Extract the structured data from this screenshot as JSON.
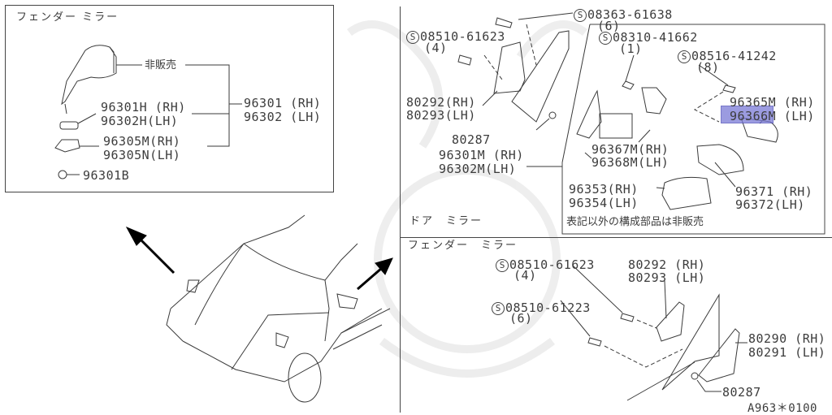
{
  "diagram_id": "A963＊0100",
  "watermark": "faint samurai helmet logo",
  "highlight_color": "#7a7ad6",
  "fender_mirror_inset": {
    "title": "フェンダー ミラー",
    "not_sold_label": "非販売",
    "assembly": [
      "96301 (RH)",
      "96302 (LH)"
    ],
    "base": [
      "96301H (RH)",
      "96302H(LH)"
    ],
    "gasket": [
      "96305M(RH)",
      "96305N(LH)"
    ],
    "nut": "96301B"
  },
  "door_mirror": {
    "section_title": "ドア　ミラー",
    "note": "表記以外の構成部品は非販売",
    "bolt_a": {
      "symbol": "S",
      "part": "08363-61638",
      "qty": "(6)"
    },
    "bolt_b": {
      "symbol": "S",
      "part": "08510-61623",
      "qty": "(4)"
    },
    "screw_c": {
      "symbol": "S",
      "part": "08310-41662",
      "qty": "(1)"
    },
    "screw_d": {
      "symbol": "S",
      "part": "08516-41242",
      "qty": "(8)"
    },
    "corner_cover": [
      "80292(RH)",
      "80293(LH)"
    ],
    "nut": "80287",
    "assembly": [
      "96301M (RH)",
      "96302M(LH)"
    ],
    "glass": [
      "96365M (RH)",
      "96366M (LH)"
    ],
    "motor": [
      "96367M(RH)",
      "96368M(LH)"
    ],
    "housing": [
      "96353(RH)",
      "96354(LH)"
    ],
    "frame": [
      "96371 (RH)",
      "96372(LH)"
    ]
  },
  "fender_mirror": {
    "section_title": "フェンダー　ミラー",
    "bolt_a": {
      "symbol": "S",
      "part": "08510-61623",
      "qty": "(4)"
    },
    "screw_b": {
      "symbol": "S",
      "part": "08510-61223",
      "qty": "(6)"
    },
    "corner_cover": [
      "80292 (RH)",
      "80293 (LH)"
    ],
    "bracket": [
      "80290 (RH)",
      "80291 (LH)"
    ],
    "nut": "80287"
  }
}
